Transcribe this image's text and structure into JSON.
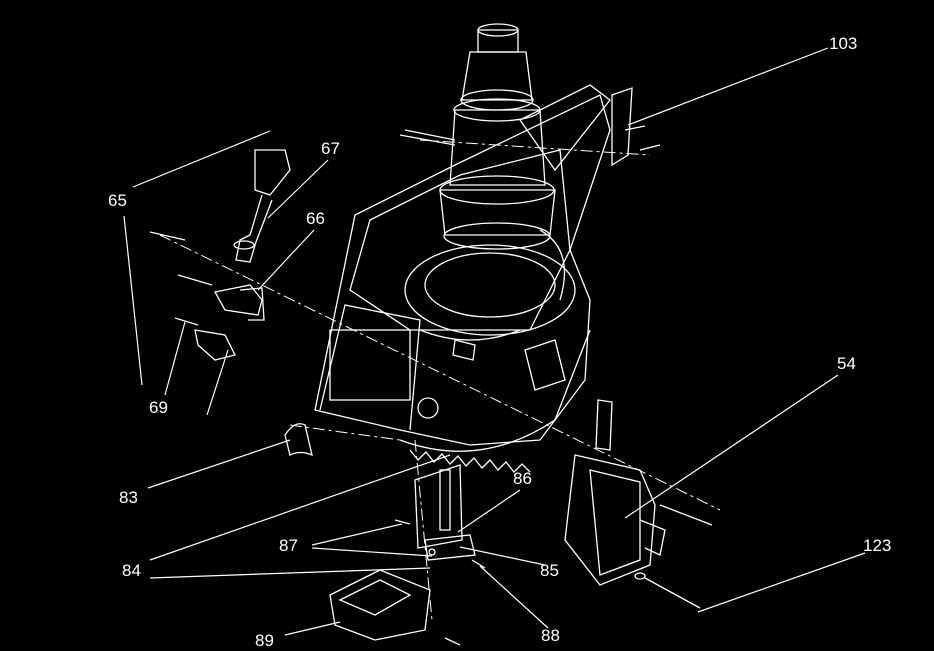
{
  "diagram": {
    "type": "exploded-parts-view",
    "colors": {
      "background": "#000000",
      "line": "#ffffff"
    },
    "callouts": [
      {
        "id": "c103",
        "text": "103"
      },
      {
        "id": "c67",
        "text": "67"
      },
      {
        "id": "c65",
        "text": "65"
      },
      {
        "id": "c66",
        "text": "66"
      },
      {
        "id": "c69",
        "text": "69"
      },
      {
        "id": "c83",
        "text": "83"
      },
      {
        "id": "c54",
        "text": "54"
      },
      {
        "id": "c86",
        "text": "86"
      },
      {
        "id": "c84",
        "text": "84"
      },
      {
        "id": "c87",
        "text": "87"
      },
      {
        "id": "c85",
        "text": "85"
      },
      {
        "id": "c123",
        "text": "123"
      },
      {
        "id": "c89",
        "text": "89"
      },
      {
        "id": "c88",
        "text": "88"
      }
    ]
  }
}
